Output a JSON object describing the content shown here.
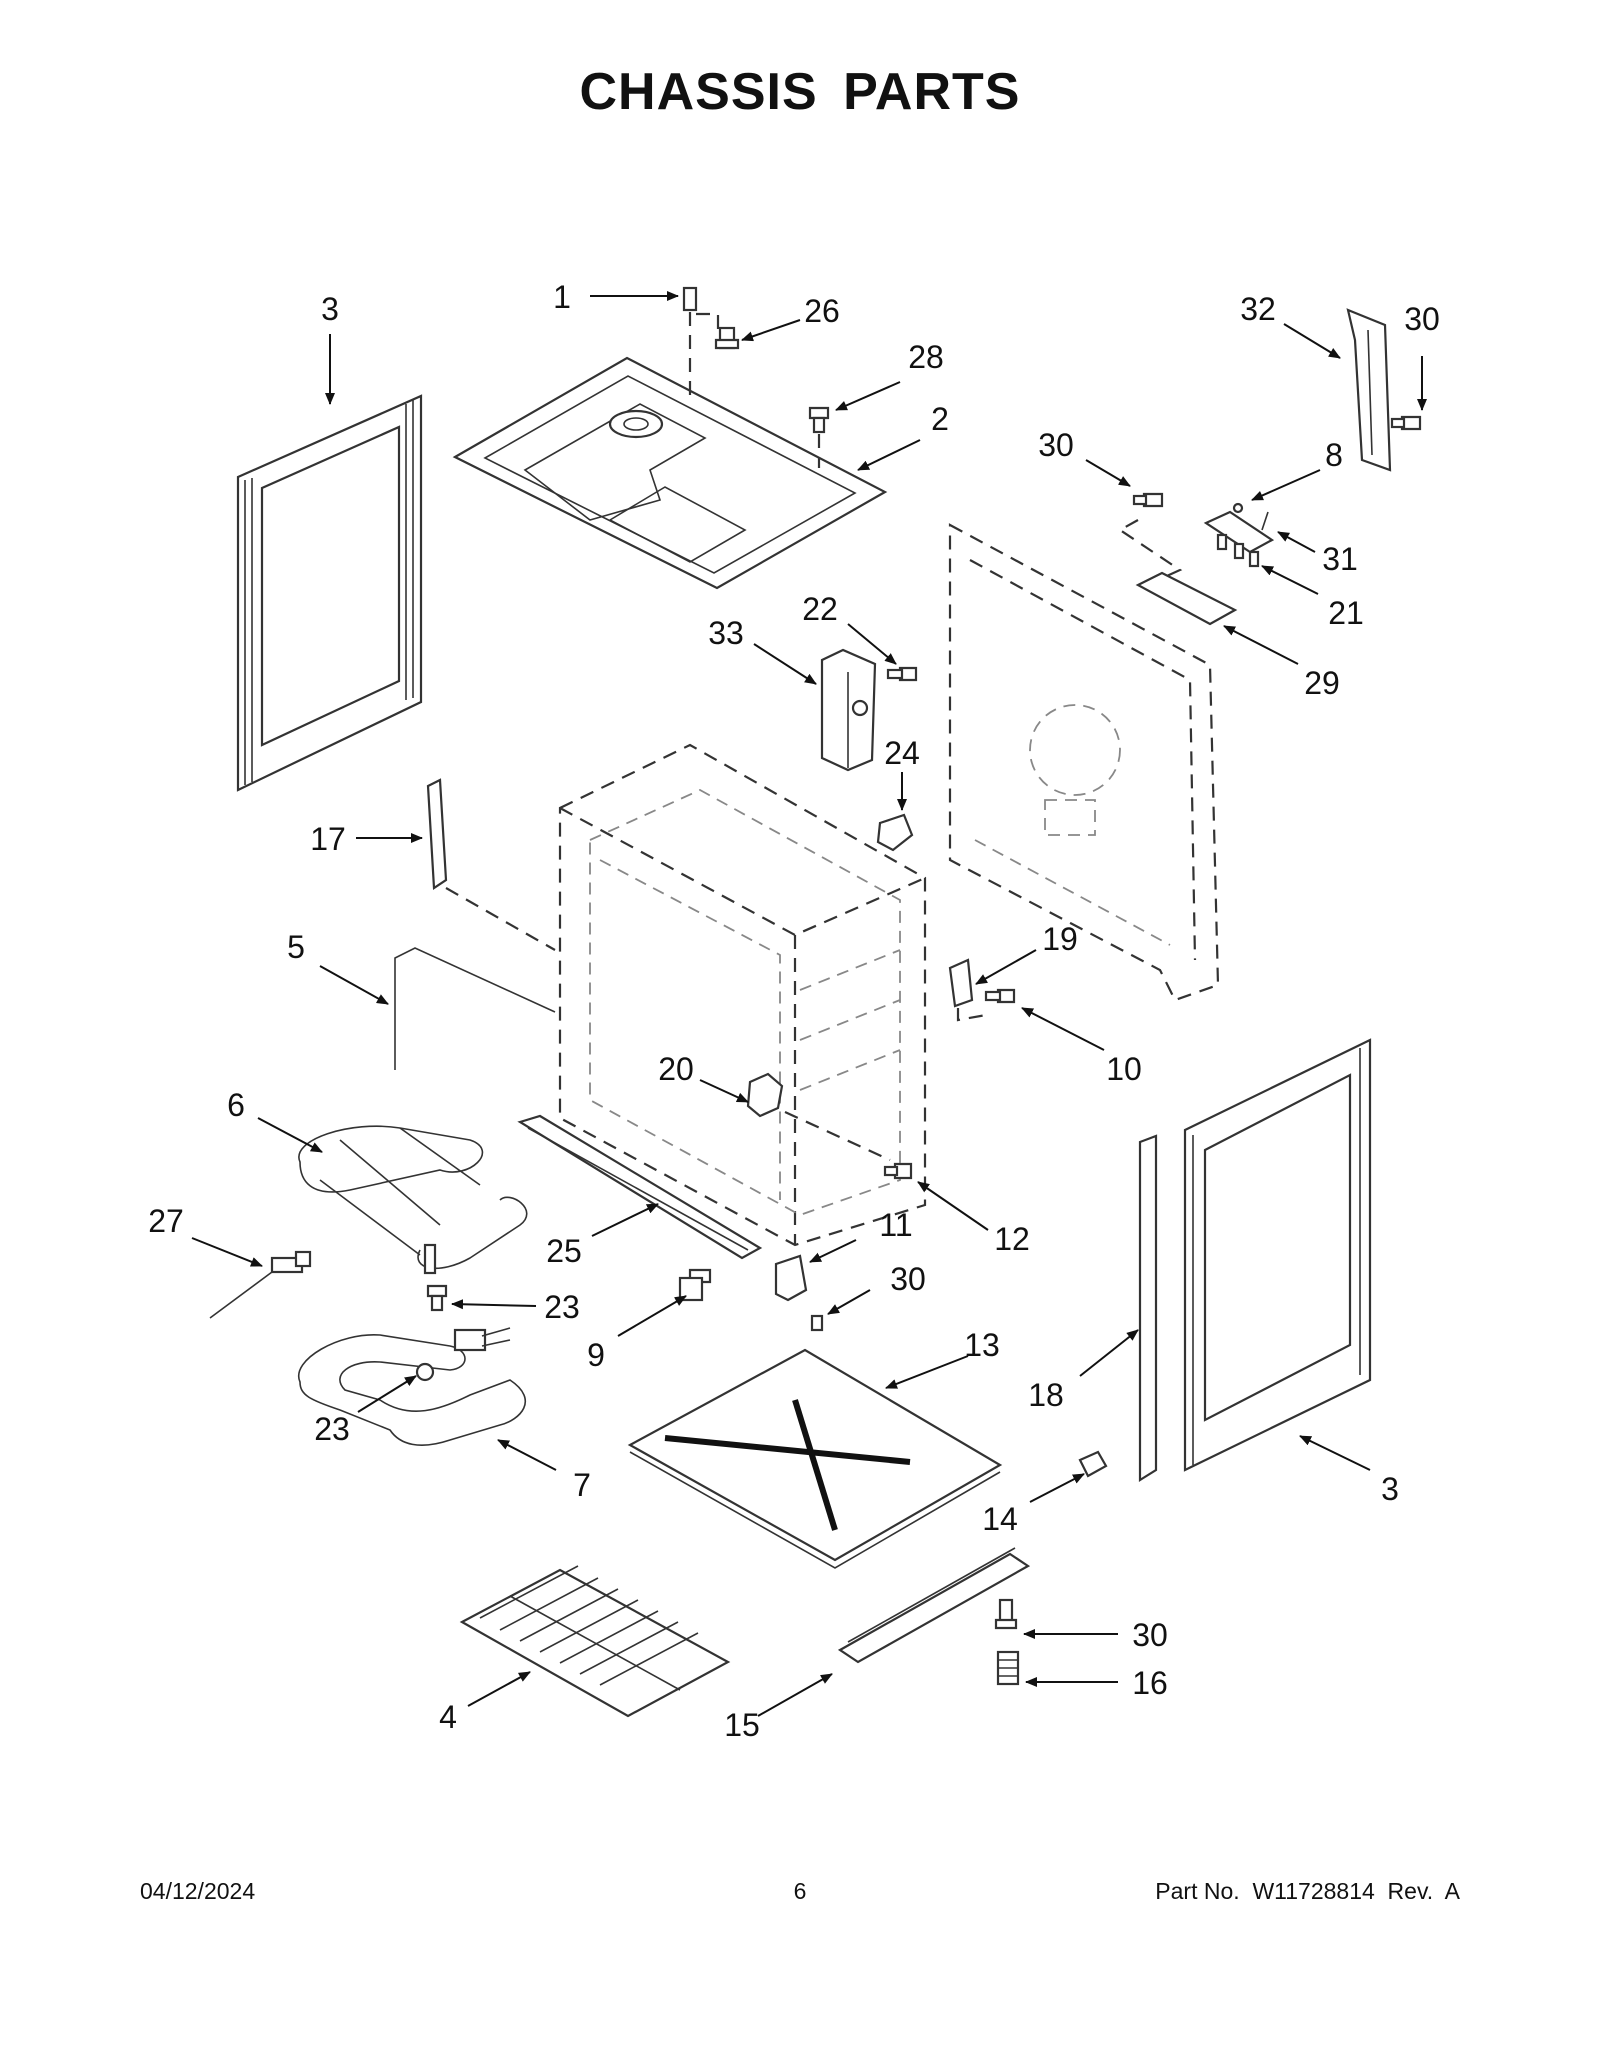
{
  "title": "CHASSIS PARTS",
  "callouts": [
    {
      "id": "c1",
      "label": "1"
    },
    {
      "id": "c26",
      "label": "26"
    },
    {
      "id": "c28",
      "label": "28"
    },
    {
      "id": "c2",
      "label": "2"
    },
    {
      "id": "c3a",
      "label": "3"
    },
    {
      "id": "c32",
      "label": "32"
    },
    {
      "id": "c30a",
      "label": "30"
    },
    {
      "id": "c30b",
      "label": "30"
    },
    {
      "id": "c8",
      "label": "8"
    },
    {
      "id": "c31",
      "label": "31"
    },
    {
      "id": "c21",
      "label": "21"
    },
    {
      "id": "c29",
      "label": "29"
    },
    {
      "id": "c22",
      "label": "22"
    },
    {
      "id": "c33",
      "label": "33"
    },
    {
      "id": "c24",
      "label": "24"
    },
    {
      "id": "c17",
      "label": "17"
    },
    {
      "id": "c5",
      "label": "5"
    },
    {
      "id": "c19",
      "label": "19"
    },
    {
      "id": "c10",
      "label": "10"
    },
    {
      "id": "c20",
      "label": "20"
    },
    {
      "id": "c6",
      "label": "6"
    },
    {
      "id": "c12",
      "label": "12"
    },
    {
      "id": "c27",
      "label": "27"
    },
    {
      "id": "c25",
      "label": "25"
    },
    {
      "id": "c11",
      "label": "11"
    },
    {
      "id": "c30c",
      "label": "30"
    },
    {
      "id": "c23a",
      "label": "23"
    },
    {
      "id": "c9",
      "label": "9"
    },
    {
      "id": "c13",
      "label": "13"
    },
    {
      "id": "c18",
      "label": "18"
    },
    {
      "id": "c23b",
      "label": "23"
    },
    {
      "id": "c7",
      "label": "7"
    },
    {
      "id": "c3b",
      "label": "3"
    },
    {
      "id": "c14",
      "label": "14"
    },
    {
      "id": "c30d",
      "label": "30"
    },
    {
      "id": "c16",
      "label": "16"
    },
    {
      "id": "c4",
      "label": "4"
    },
    {
      "id": "c15",
      "label": "15"
    }
  ],
  "footer": {
    "date": "04/12/2024",
    "page": "6",
    "part_no": "Part No.  W11728814  Rev.  A"
  }
}
